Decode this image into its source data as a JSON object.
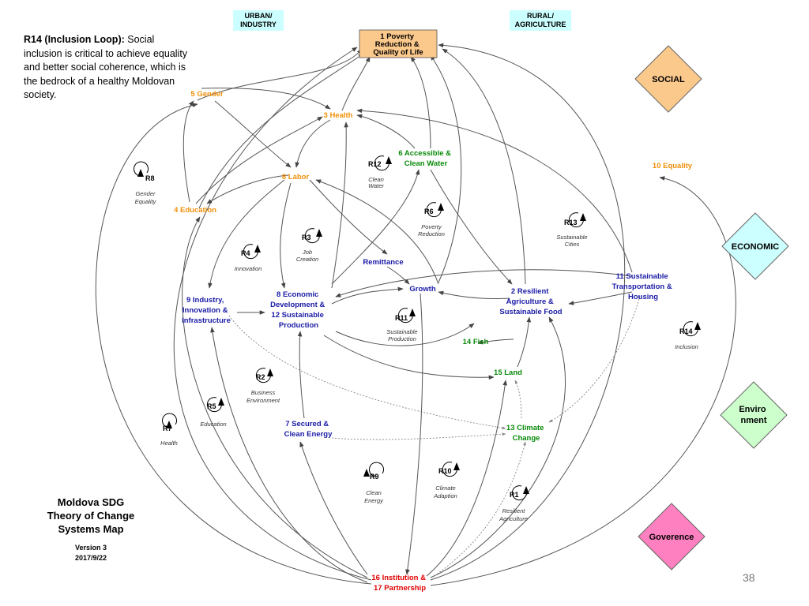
{
  "intro": {
    "bold": "R14 (Inclusion Loop):",
    "text": " Social inclusion is critical to achieve equality and better social coherence, which is the bedrock of a healthy Moldovan society."
  },
  "headers": {
    "urban": [
      "URBAN/",
      "INDUSTRY"
    ],
    "rural": [
      "RURAL/",
      "AGRICULTURE"
    ]
  },
  "header_color": "#ccffff",
  "nodes": {
    "poverty": [
      "1 Poverty",
      "Reduction &",
      "Quality of Life"
    ],
    "gender": [
      "5 Gender"
    ],
    "health": [
      "3 Health"
    ],
    "water": [
      "6 Accessible &",
      "Clean Water"
    ],
    "labor": [
      "8 Labor"
    ],
    "education": [
      "4 Education"
    ],
    "equality": [
      "10 Equality"
    ],
    "remittance": [
      "Remittance"
    ],
    "growth": [
      "Growth"
    ],
    "industry": [
      "9 Industry,",
      "Innovation &",
      "Infrastructure"
    ],
    "econdev": [
      "8 Economic",
      "Development &",
      "12 Sustainable",
      "Production"
    ],
    "agriculture": [
      "2 Resilient",
      "Agriculture &",
      "Sustainable Food"
    ],
    "transport": [
      "11 Sustainable",
      "Transportation &",
      "Housing"
    ],
    "fish": [
      "14 Fish"
    ],
    "land": [
      "15 Land"
    ],
    "energy": [
      "7 Secured &",
      "Clean Energy"
    ],
    "climate": [
      "13 Climate",
      "Change"
    ],
    "institution": [
      "16 Institution &",
      "17 Partnership"
    ]
  },
  "loops": {
    "R1": {
      "name": "R1",
      "desc": [
        "Resilient",
        "Agriculture"
      ]
    },
    "R2": {
      "name": "R2",
      "desc": [
        "Business",
        "Environment"
      ]
    },
    "R3": {
      "name": "R3",
      "desc": [
        "Job",
        "Creation"
      ]
    },
    "R4": {
      "name": "R4",
      "desc": [
        "Innovation"
      ]
    },
    "R5": {
      "name": "R5",
      "desc": [
        "Education"
      ]
    },
    "R6": {
      "name": "R6",
      "desc": [
        "Poverty",
        "Reduction"
      ]
    },
    "R7": {
      "name": "R7",
      "desc": [
        "Health"
      ]
    },
    "R8": {
      "name": "R8",
      "desc": [
        "Gender",
        "Equality"
      ]
    },
    "R9": {
      "name": "R9",
      "desc": [
        "Clean",
        "Energy"
      ]
    },
    "R10": {
      "name": "R10",
      "desc": [
        "Climate",
        "Adaption"
      ]
    },
    "R11": {
      "name": "R11",
      "desc": [
        "Sustainable",
        "Production"
      ]
    },
    "R12": {
      "name": "R12",
      "desc": [
        "Clean",
        "Water"
      ]
    },
    "R13": {
      "name": "R13",
      "desc": [
        "Sustainable",
        "Cities"
      ]
    },
    "R14": {
      "name": "R14",
      "desc": [
        "Inclusion"
      ]
    }
  },
  "legend": {
    "social": {
      "label": "SOCIAL",
      "color": "#fcc98c"
    },
    "economic": {
      "label": "ECONOMIC",
      "color": "#ccffff"
    },
    "environment": {
      "label": [
        "Enviro",
        "nment"
      ],
      "color": "#ccffcc"
    },
    "governance": {
      "label": "Goverence",
      "color": "#ff80c0"
    }
  },
  "colors": {
    "social": "#f0900a",
    "econ": "#1a1aa6",
    "env": "#0a8a0a",
    "gov": "#e00000",
    "poverty_box": "#fcc98c"
  },
  "title": [
    "Moldova SDG",
    "Theory of Change",
    "Systems Map"
  ],
  "version": [
    "Version 3",
    "2017/9/22"
  ],
  "page_number": "38"
}
